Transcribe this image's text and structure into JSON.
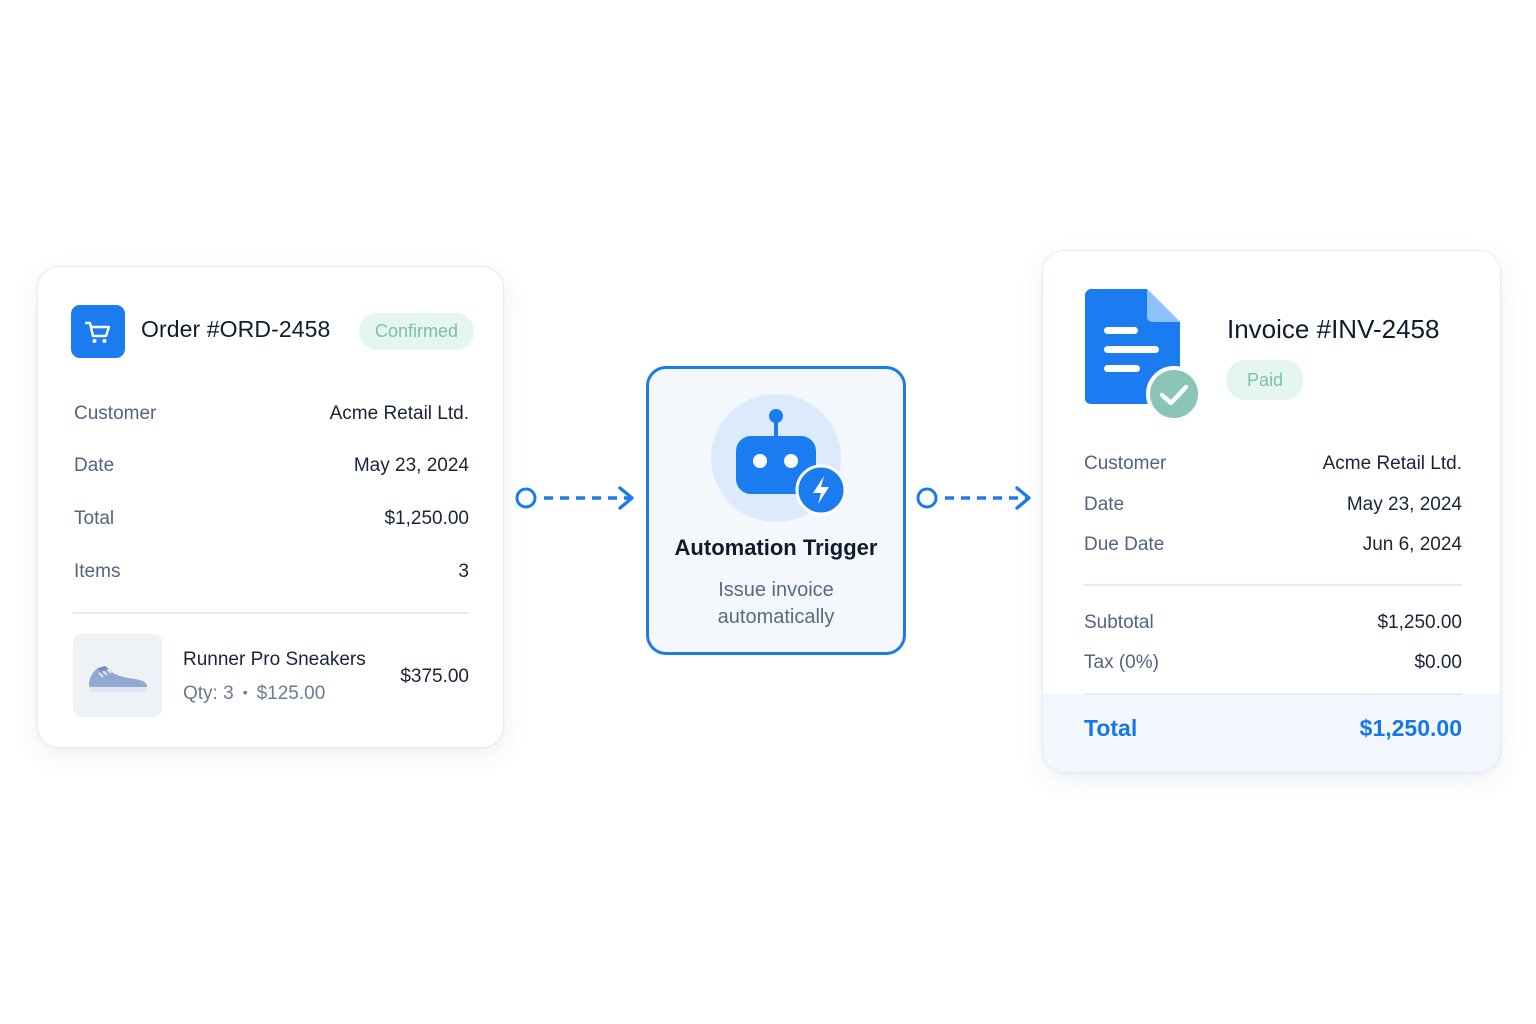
{
  "order": {
    "title": "Order #ORD-2458",
    "status": "Confirmed",
    "icon": "shopping-cart-icon",
    "fields": [
      {
        "label": "Customer",
        "value": "Acme Retail Ltd."
      },
      {
        "label": "Date",
        "value": "May 23, 2024"
      },
      {
        "label": "Total",
        "value": "$1,250.00"
      },
      {
        "label": "Items",
        "value": "3"
      }
    ],
    "line_item": {
      "name": "Runner Pro Sneakers",
      "qty": "Qty: 3",
      "separator": "•",
      "unit_price": "$125.00",
      "total": "$375.00",
      "icon": "sneaker-icon"
    }
  },
  "trigger": {
    "title": "Automation Trigger",
    "subtitle": "Issue invoice automatically",
    "icon": "robot-icon",
    "badge_icon": "lightning-bolt-icon"
  },
  "invoice": {
    "title": "Invoice #INV-2458",
    "status": "Paid",
    "icon": "document-check-icon",
    "fields": [
      {
        "label": "Customer",
        "value": "Acme Retail Ltd."
      },
      {
        "label": "Date",
        "value": "May 23, 2024"
      },
      {
        "label": "Due Date",
        "value": "Jun 6, 2024"
      }
    ],
    "summary": [
      {
        "label": "Subtotal",
        "value": "$1,250.00"
      },
      {
        "label": "Tax (0%)",
        "value": "$0.00"
      }
    ],
    "total_label": "Total",
    "total_value": "$1,250.00"
  },
  "colors": {
    "accent": "#1a7cf0",
    "status_green_bg": "#e5f6ef",
    "status_green_text": "#7cc0a5",
    "total_text": "#1677e6"
  }
}
